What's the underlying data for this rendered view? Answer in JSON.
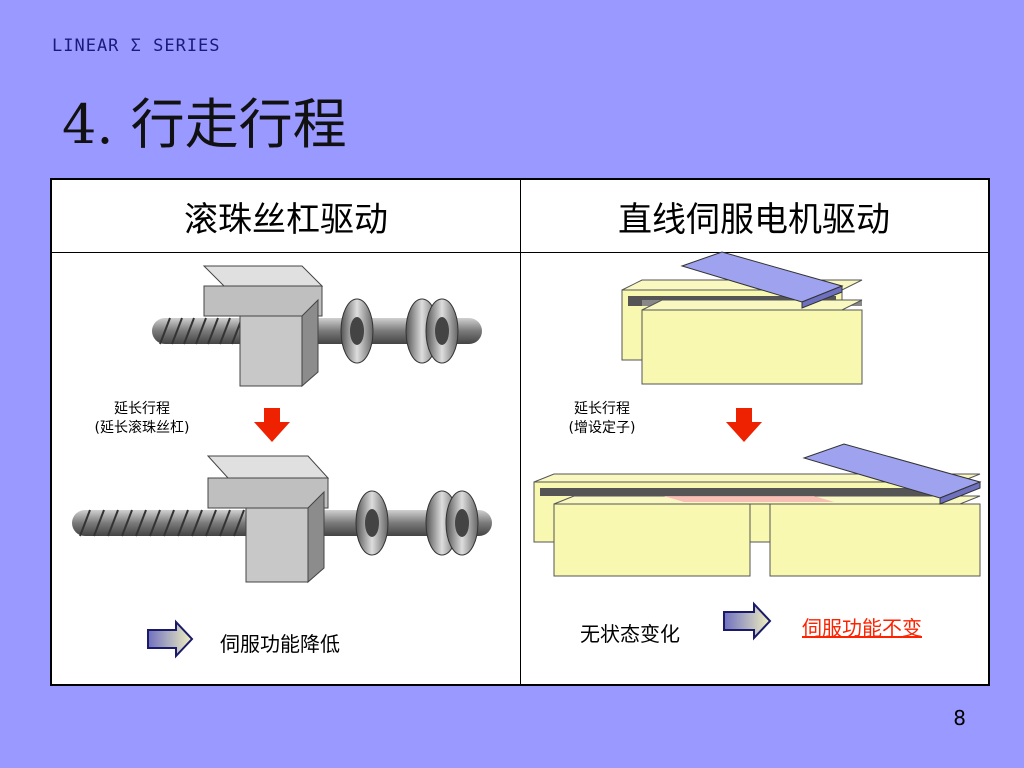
{
  "header": {
    "series": "LINEAR Σ SERIES",
    "title": "4. 行走行程"
  },
  "table": {
    "left_header": "滚珠丝杠驱动",
    "right_header": "直线伺服电机驱动",
    "left": {
      "note_line1": "延长行程",
      "note_line2": "(延长滚珠丝杠)",
      "result": "伺服功能降低"
    },
    "right": {
      "note_line1": "延长行程",
      "note_line2": "(增设定子)",
      "condition": "无状态变化",
      "result": "伺服功能不变"
    }
  },
  "colors": {
    "background": "#9999ff",
    "arrow_red": "#ee2200",
    "result_red": "#ff2200"
  },
  "page_number": "8"
}
